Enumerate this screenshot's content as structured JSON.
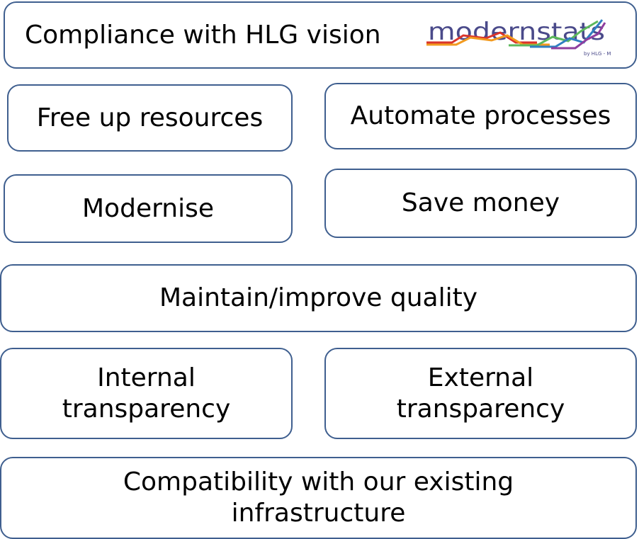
{
  "header": {
    "title": "Compliance with HLG vision",
    "logo_text": "modernstats",
    "logo_subtext": "by HLG - MOS"
  },
  "boxes": {
    "free_up": "Free up resources",
    "automate": "Automate processes",
    "modernise": "Modernise",
    "save_money": "Save money",
    "quality": "Maintain/improve quality",
    "internal_line1": "Internal",
    "internal_line2": "transparency",
    "external_line1": "External",
    "external_line2": "transparency",
    "compat_line1": "Compatibility with our existing",
    "compat_line2": "infrastructure"
  },
  "colors": {
    "border": "#3f5f8f",
    "logo_text": "#4a4a8a",
    "logo_line_red": "#d9342b",
    "logo_line_orange": "#f29a1f",
    "logo_line_green": "#5cb85c",
    "logo_line_blue": "#2f7fc1",
    "logo_line_purple": "#8e3e9e"
  }
}
